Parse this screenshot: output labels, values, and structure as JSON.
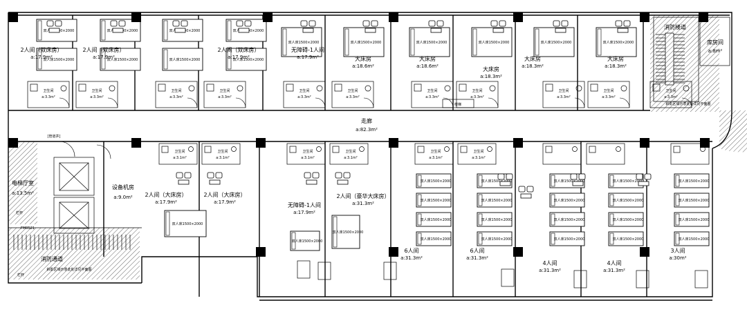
{
  "rooms_top": [
    {
      "name": "2人间（双床房）",
      "area": "a:17.9m²"
    },
    {
      "name": "2人间（双床房）",
      "area": "a:17.9m²"
    },
    {
      "name": "2人间（双床房）",
      "area": "a:17.9m²"
    },
    {
      "name": "无障碍-1人间",
      "area": "a:17.9m²"
    },
    {
      "name": "大床房",
      "area": "a:18.6m²"
    },
    {
      "name": "大床房",
      "area": "a:18.6m²"
    },
    {
      "name": "大床房",
      "area": "a:18.3m²"
    },
    {
      "name": "大床房",
      "area": "a:18.3m²"
    },
    {
      "name": "大床房",
      "area": "a:18.3m²"
    }
  ],
  "baths_top": [
    {
      "name": "卫生间",
      "area": "a:3.3m²"
    },
    {
      "name": "卫生间",
      "area": "a:3.3m²"
    },
    {
      "name": "卫生间",
      "area": "a:3.3m²"
    },
    {
      "name": "卫生间",
      "area": "a:3.3m²"
    },
    {
      "name": "卫生间",
      "area": "a:3.3m²"
    },
    {
      "name": "卫生间",
      "area": "a:3.3m²"
    },
    {
      "name": "卫生间",
      "area": "a:3.3m²"
    },
    {
      "name": "卫生间",
      "area": "a:3.3m²"
    },
    {
      "name": "卫生间",
      "area": "a:3.3m²"
    },
    {
      "name": "卫生间",
      "area": "a:3.3m²"
    },
    {
      "name": "卫生间",
      "area": "a:3.3m²"
    }
  ],
  "baths_bottom": [
    {
      "name": "卫生间",
      "area": "a:3.1m²"
    },
    {
      "name": "卫生间",
      "area": "a:3.1m²"
    },
    {
      "name": "卫生间",
      "area": "a:3.1m²"
    },
    {
      "name": "卫生间",
      "area": "a:3.1m²"
    },
    {
      "name": "卫生间",
      "area": "a:3.1m²"
    },
    {
      "name": "卫生间",
      "area": "a:3.1m²"
    }
  ],
  "rooms_bottom": [
    {
      "name": "2人间（大床房）",
      "area": "a:17.9m²"
    },
    {
      "name": "2人间（大床房）",
      "area": "a:17.9m²"
    },
    {
      "name": "无障碍-1人间",
      "area": "a:17.9m²"
    },
    {
      "name": "2人间（豪华大床房）",
      "area": "a:31.3m²"
    },
    {
      "name": "6人间",
      "area": "a:31.3m²"
    },
    {
      "name": "6人间",
      "area": "a:31.3m²"
    },
    {
      "name": "4人间",
      "area": "a:31.3m²"
    },
    {
      "name": "4人间",
      "area": "a:31.3m²"
    },
    {
      "name": "3人间",
      "area": "a:30m²"
    }
  ],
  "corridor": {
    "name": "走廊",
    "area": "a:82.3m²"
  },
  "stair_right": {
    "name": "消防楼道",
    "note": "斜影区域示意此处详见平面图"
  },
  "storage": {
    "name": "库房间",
    "area": "a:8m²"
  },
  "elevator_hall": {
    "name": "电梯厅室",
    "area": "a:13.5m²",
    "note": "栏杆"
  },
  "equipment": {
    "name": "设备机房",
    "area": "a:9.0m²"
  },
  "stair_left": {
    "name": "消防通道",
    "note": "斜影区域示意此处详见平面图",
    "railing": "栏杆"
  },
  "misc": {
    "well": "[管道井]",
    "fm": "FM0521",
    "desk": "楼梯"
  },
  "bed_tag": "双人床1500×2000"
}
